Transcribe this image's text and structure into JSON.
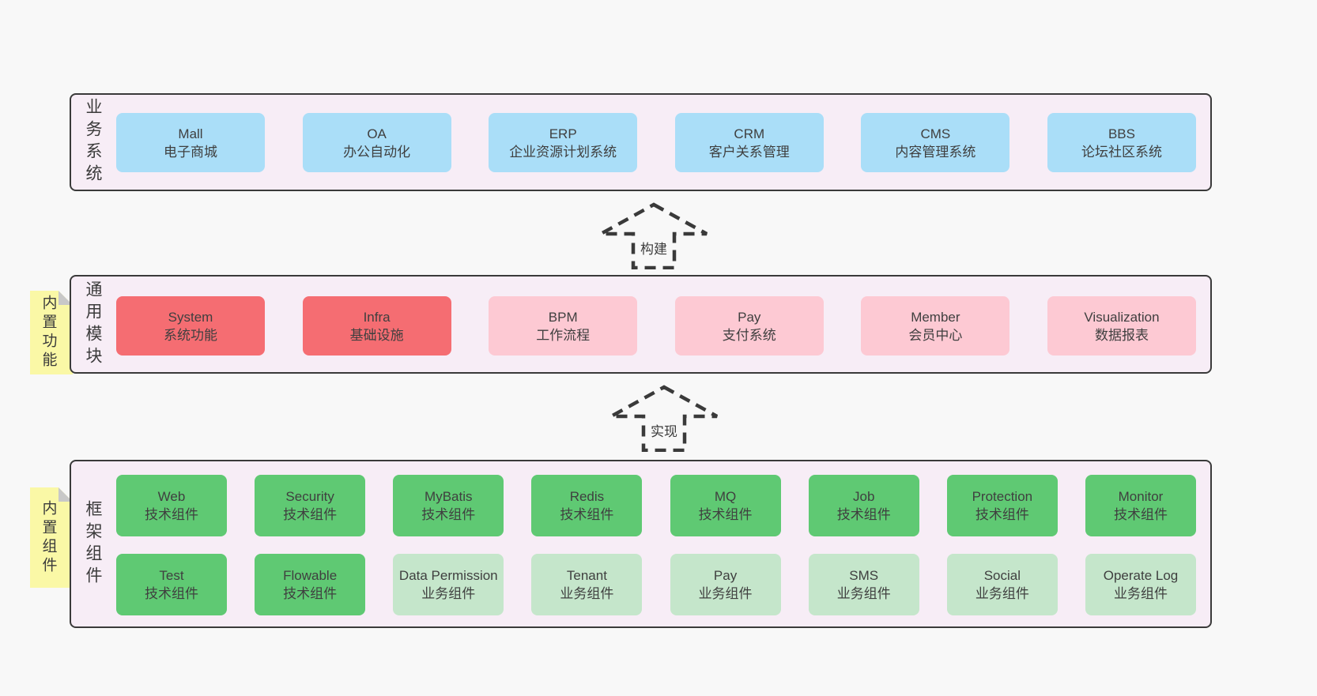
{
  "colors": {
    "background": "#f8f8f8",
    "layer_bg": "#f7edf6",
    "layer_border": "#3a3a3a",
    "blue": "#aadef8",
    "red": "#f56d72",
    "pink": "#fdc9d3",
    "green": "#5fc973",
    "green_light": "#c5e6cb",
    "note_yellow": "#faf8a6",
    "note_fold": "#c8c8c8",
    "text": "#3b3b3b"
  },
  "arrows": [
    {
      "label": "构建"
    },
    {
      "label": "实现"
    }
  ],
  "layers": [
    {
      "label": "业务系统",
      "boxes": [
        {
          "en": "Mall",
          "zh": "电子商城"
        },
        {
          "en": "OA",
          "zh": "办公自动化"
        },
        {
          "en": "ERP",
          "zh": "企业资源计划系统"
        },
        {
          "en": "CRM",
          "zh": "客户关系管理"
        },
        {
          "en": "CMS",
          "zh": "内容管理系统"
        },
        {
          "en": "BBS",
          "zh": "论坛社区系统"
        }
      ]
    },
    {
      "label": "通用模块",
      "note": "内置功能",
      "boxes": [
        {
          "en": "System",
          "zh": "系统功能"
        },
        {
          "en": "Infra",
          "zh": "基础设施"
        },
        {
          "en": "BPM",
          "zh": "工作流程"
        },
        {
          "en": "Pay",
          "zh": "支付系统"
        },
        {
          "en": "Member",
          "zh": "会员中心"
        },
        {
          "en": "Visualization",
          "zh": "数据报表"
        }
      ]
    },
    {
      "label": "框架组件",
      "note": "内置组件",
      "row1": [
        {
          "en": "Web",
          "zh": "技术组件"
        },
        {
          "en": "Security",
          "zh": "技术组件"
        },
        {
          "en": "MyBatis",
          "zh": "技术组件"
        },
        {
          "en": "Redis",
          "zh": "技术组件"
        },
        {
          "en": "MQ",
          "zh": "技术组件"
        },
        {
          "en": "Job",
          "zh": "技术组件"
        },
        {
          "en": "Protection",
          "zh": "技术组件"
        },
        {
          "en": "Monitor",
          "zh": "技术组件"
        }
      ],
      "row2": [
        {
          "en": "Test",
          "zh": "技术组件"
        },
        {
          "en": "Flowable",
          "zh": "技术组件"
        },
        {
          "en": "Data Permission",
          "zh": "业务组件"
        },
        {
          "en": "Tenant",
          "zh": "业务组件"
        },
        {
          "en": "Pay",
          "zh": "业务组件"
        },
        {
          "en": "SMS",
          "zh": "业务组件"
        },
        {
          "en": "Social",
          "zh": "业务组件"
        },
        {
          "en": "Operate Log",
          "zh": "业务组件"
        }
      ]
    }
  ]
}
